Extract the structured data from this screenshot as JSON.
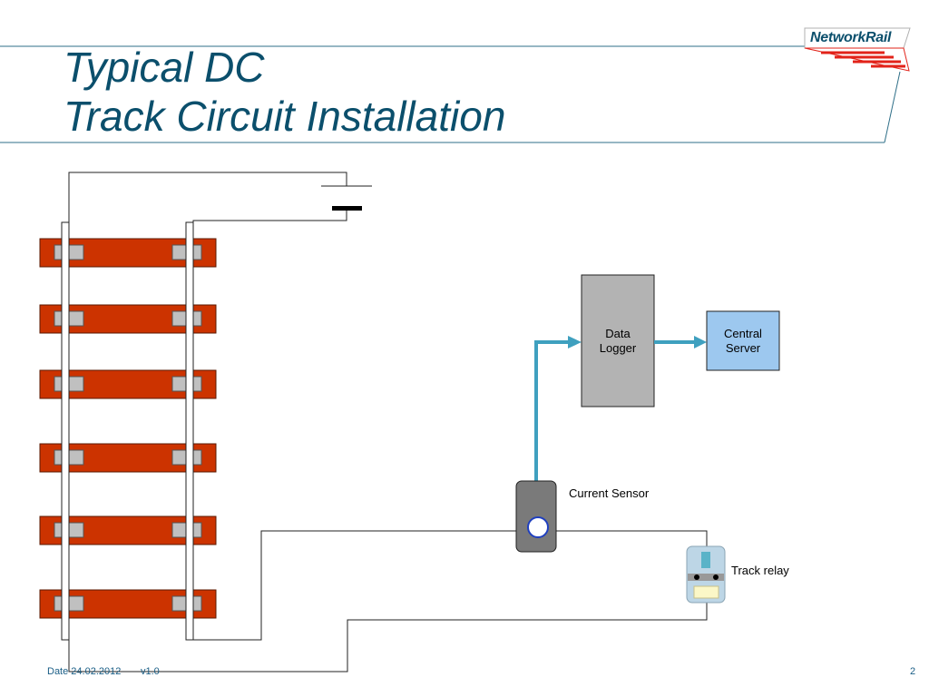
{
  "slide": {
    "title_line1": "Typical DC",
    "title_line2": "Track Circuit Installation",
    "logo": "NetworkRail",
    "page_number": "2"
  },
  "diagram": {
    "data_logger": {
      "line1": "Data",
      "line2": "Logger"
    },
    "central_server": {
      "line1": "Central",
      "line2": "Server"
    },
    "current_sensor_label": "Current Sensor",
    "track_relay_label": "Track relay"
  },
  "footer": {
    "date": "Date 24.02.2012",
    "version": "v1.0"
  },
  "colors": {
    "title": "#0b4f6c",
    "sleeper": "#cc3300",
    "connector": "#3fa0bf",
    "logo_accent": "#e2231a",
    "data_logger_fill": "#b3b3b3",
    "server_fill": "#9dc8ef",
    "sensor_fill": "#7a7a7a",
    "sensor_ring": "#1f3fbf",
    "relay_fill": "#bdd6e6",
    "relay_window": "#fbf7c7"
  }
}
